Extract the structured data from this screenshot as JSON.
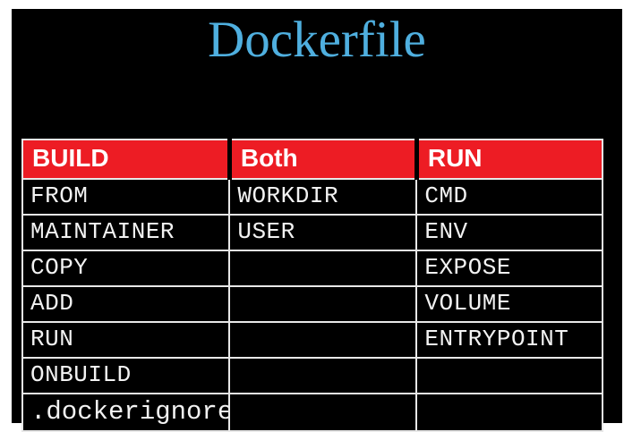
{
  "slide": {
    "title": "Dockerfile",
    "title_color": "#4fafdf",
    "background_color": "#000000",
    "page_background_color": "#ffffff"
  },
  "table": {
    "header_background": "#ed1c24",
    "header_text_color": "#ffffff",
    "grid_color": "#e8e8e8",
    "columns": [
      "BUILD",
      "Both",
      "RUN"
    ],
    "rows": [
      [
        "FROM",
        "WORKDIR",
        "CMD"
      ],
      [
        "MAINTAINER",
        "USER",
        "ENV"
      ],
      [
        "COPY",
        "",
        "EXPOSE"
      ],
      [
        "ADD",
        "",
        "VOLUME"
      ],
      [
        "RUN",
        "",
        "ENTRYPOINT"
      ],
      [
        "ONBUILD",
        "",
        ""
      ],
      [
        ".dockerignore",
        "",
        ""
      ]
    ]
  }
}
